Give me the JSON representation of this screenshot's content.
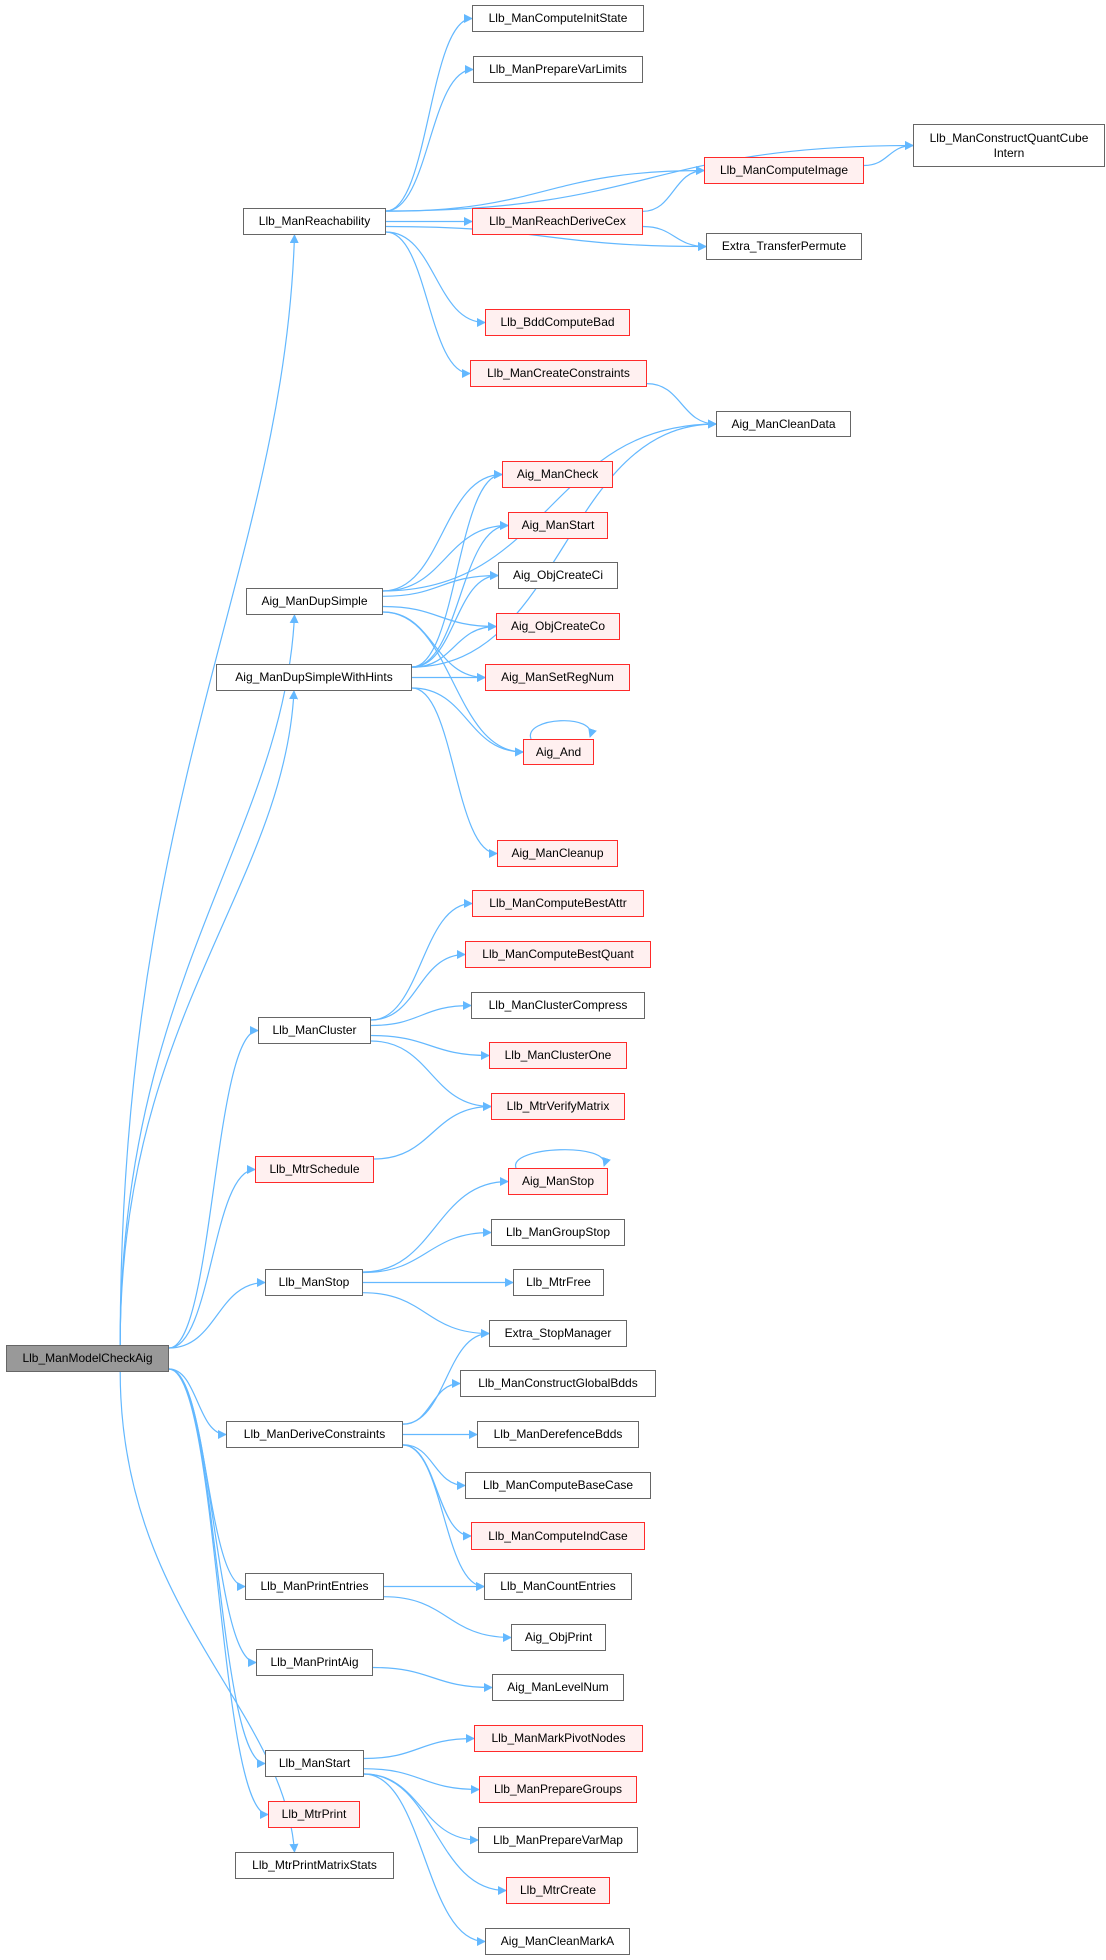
{
  "colors": {
    "edge": "#63b8ff",
    "red_border": "#ff2a2a",
    "red_fill": "#fff0f0",
    "root_fill": "#999999",
    "border": "#666666"
  },
  "nodes": [
    {
      "id": "root",
      "label": "Llb_ManModelCheckAig",
      "style": "root"
    },
    {
      "id": "reach",
      "label": "Llb_ManReachability",
      "style": "normal"
    },
    {
      "id": "initstate",
      "label": "Llb_ManComputeInitState",
      "style": "normal"
    },
    {
      "id": "varlimits",
      "label": "Llb_ManPrepareVarLimits",
      "style": "normal"
    },
    {
      "id": "quantcube",
      "label": "Llb_ManConstructQuantCube\nIntern",
      "style": "normal"
    },
    {
      "id": "image",
      "label": "Llb_ManComputeImage",
      "style": "red"
    },
    {
      "id": "derivecex",
      "label": "Llb_ManReachDeriveCex",
      "style": "red"
    },
    {
      "id": "transfer",
      "label": "Extra_TransferPermute",
      "style": "normal"
    },
    {
      "id": "bddbad",
      "label": "Llb_BddComputeBad",
      "style": "red"
    },
    {
      "id": "createcons",
      "label": "Llb_ManCreateConstraints",
      "style": "red"
    },
    {
      "id": "cleandata",
      "label": "Aig_ManCleanData",
      "style": "normal"
    },
    {
      "id": "mancheck",
      "label": "Aig_ManCheck",
      "style": "red"
    },
    {
      "id": "aigstart",
      "label": "Aig_ManStart",
      "style": "red"
    },
    {
      "id": "createci",
      "label": "Aig_ObjCreateCi",
      "style": "normal"
    },
    {
      "id": "dupsimple",
      "label": "Aig_ManDupSimple",
      "style": "normal"
    },
    {
      "id": "createco",
      "label": "Aig_ObjCreateCo",
      "style": "red"
    },
    {
      "id": "duphints",
      "label": "Aig_ManDupSimpleWithHints",
      "style": "normal"
    },
    {
      "id": "setregnum",
      "label": "Aig_ManSetRegNum",
      "style": "red"
    },
    {
      "id": "aigand",
      "label": "Aig_And",
      "style": "red"
    },
    {
      "id": "cleanup",
      "label": "Aig_ManCleanup",
      "style": "red"
    },
    {
      "id": "bestattr",
      "label": "Llb_ManComputeBestAttr",
      "style": "red"
    },
    {
      "id": "bestquant",
      "label": "Llb_ManComputeBestQuant",
      "style": "red"
    },
    {
      "id": "clustercompress",
      "label": "Llb_ManClusterCompress",
      "style": "normal"
    },
    {
      "id": "cluster",
      "label": "Llb_ManCluster",
      "style": "normal"
    },
    {
      "id": "clusterone",
      "label": "Llb_ManClusterOne",
      "style": "red"
    },
    {
      "id": "verifymatrix",
      "label": "Llb_MtrVerifyMatrix",
      "style": "red"
    },
    {
      "id": "mtrschedule",
      "label": "Llb_MtrSchedule",
      "style": "red"
    },
    {
      "id": "aigstop",
      "label": "Aig_ManStop",
      "style": "red"
    },
    {
      "id": "groupstop",
      "label": "Llb_ManGroupStop",
      "style": "normal"
    },
    {
      "id": "manstop",
      "label": "Llb_ManStop",
      "style": "normal"
    },
    {
      "id": "mtrfree",
      "label": "Llb_MtrFree",
      "style": "normal"
    },
    {
      "id": "stopmanager",
      "label": "Extra_StopManager",
      "style": "normal"
    },
    {
      "id": "globalbdds",
      "label": "Llb_ManConstructGlobalBdds",
      "style": "normal"
    },
    {
      "id": "derivecons",
      "label": "Llb_ManDeriveConstraints",
      "style": "normal"
    },
    {
      "id": "derefbdds",
      "label": "Llb_ManDerefenceBdds",
      "style": "normal"
    },
    {
      "id": "basecase",
      "label": "Llb_ManComputeBaseCase",
      "style": "normal"
    },
    {
      "id": "indcase",
      "label": "Llb_ManComputeIndCase",
      "style": "red"
    },
    {
      "id": "printentries",
      "label": "Llb_ManPrintEntries",
      "style": "normal"
    },
    {
      "id": "countentries",
      "label": "Llb_ManCountEntries",
      "style": "normal"
    },
    {
      "id": "objprint",
      "label": "Aig_ObjPrint",
      "style": "normal"
    },
    {
      "id": "printaig",
      "label": "Llb_ManPrintAig",
      "style": "normal"
    },
    {
      "id": "levelnum",
      "label": "Aig_ManLevelNum",
      "style": "normal"
    },
    {
      "id": "pivotnodes",
      "label": "Llb_ManMarkPivotNodes",
      "style": "red"
    },
    {
      "id": "llbstart",
      "label": "Llb_ManStart",
      "style": "normal"
    },
    {
      "id": "preparegroups",
      "label": "Llb_ManPrepareGroups",
      "style": "red"
    },
    {
      "id": "mtrprint",
      "label": "Llb_MtrPrint",
      "style": "red"
    },
    {
      "id": "preparevarmap",
      "label": "Llb_ManPrepareVarMap",
      "style": "normal"
    },
    {
      "id": "matrixstats",
      "label": "Llb_MtrPrintMatrixStats",
      "style": "normal"
    },
    {
      "id": "mtrcreate",
      "label": "Llb_MtrCreate",
      "style": "red"
    },
    {
      "id": "cleanmarka",
      "label": "Aig_ManCleanMarkA",
      "style": "normal"
    }
  ],
  "edges": [
    [
      "reach",
      "initstate"
    ],
    [
      "reach",
      "varlimits"
    ],
    [
      "reach",
      "quantcube"
    ],
    [
      "reach",
      "image"
    ],
    [
      "reach",
      "derivecex"
    ],
    [
      "reach",
      "transfer"
    ],
    [
      "reach",
      "bddbad"
    ],
    [
      "reach",
      "createcons"
    ],
    [
      "image",
      "quantcube"
    ],
    [
      "derivecex",
      "image"
    ],
    [
      "derivecex",
      "transfer"
    ],
    [
      "createcons",
      "cleandata"
    ],
    [
      "dupsimple",
      "cleandata"
    ],
    [
      "dupsimple",
      "mancheck"
    ],
    [
      "dupsimple",
      "aigstart"
    ],
    [
      "dupsimple",
      "createci"
    ],
    [
      "dupsimple",
      "createco"
    ],
    [
      "dupsimple",
      "setregnum"
    ],
    [
      "dupsimple",
      "aigand"
    ],
    [
      "duphints",
      "mancheck"
    ],
    [
      "duphints",
      "aigstart"
    ],
    [
      "duphints",
      "createci"
    ],
    [
      "duphints",
      "createco"
    ],
    [
      "duphints",
      "setregnum"
    ],
    [
      "duphints",
      "aigand"
    ],
    [
      "duphints",
      "cleandata"
    ],
    [
      "duphints",
      "cleanup"
    ],
    [
      "aigand",
      "aigand"
    ],
    [
      "cluster",
      "bestattr"
    ],
    [
      "cluster",
      "bestquant"
    ],
    [
      "cluster",
      "clustercompress"
    ],
    [
      "cluster",
      "clusterone"
    ],
    [
      "cluster",
      "verifymatrix"
    ],
    [
      "mtrschedule",
      "verifymatrix"
    ],
    [
      "manstop",
      "aigstop"
    ],
    [
      "manstop",
      "groupstop"
    ],
    [
      "manstop",
      "mtrfree"
    ],
    [
      "manstop",
      "stopmanager"
    ],
    [
      "aigstop",
      "aigstop"
    ],
    [
      "derivecons",
      "stopmanager"
    ],
    [
      "derivecons",
      "globalbdds"
    ],
    [
      "derivecons",
      "derefbdds"
    ],
    [
      "derivecons",
      "basecase"
    ],
    [
      "derivecons",
      "indcase"
    ],
    [
      "derivecons",
      "countentries"
    ],
    [
      "printentries",
      "countentries"
    ],
    [
      "printentries",
      "objprint"
    ],
    [
      "printaig",
      "levelnum"
    ],
    [
      "llbstart",
      "pivotnodes"
    ],
    [
      "llbstart",
      "preparegroups"
    ],
    [
      "llbstart",
      "preparevarmap"
    ],
    [
      "llbstart",
      "mtrcreate"
    ],
    [
      "llbstart",
      "cleanmarka"
    ],
    [
      "root",
      "reach"
    ],
    [
      "root",
      "dupsimple"
    ],
    [
      "root",
      "duphints"
    ],
    [
      "root",
      "cluster"
    ],
    [
      "root",
      "mtrschedule"
    ],
    [
      "root",
      "manstop"
    ],
    [
      "root",
      "derivecons"
    ],
    [
      "root",
      "printentries"
    ],
    [
      "root",
      "printaig"
    ],
    [
      "root",
      "llbstart"
    ],
    [
      "root",
      "mtrprint"
    ],
    [
      "root",
      "matrixstats"
    ]
  ]
}
